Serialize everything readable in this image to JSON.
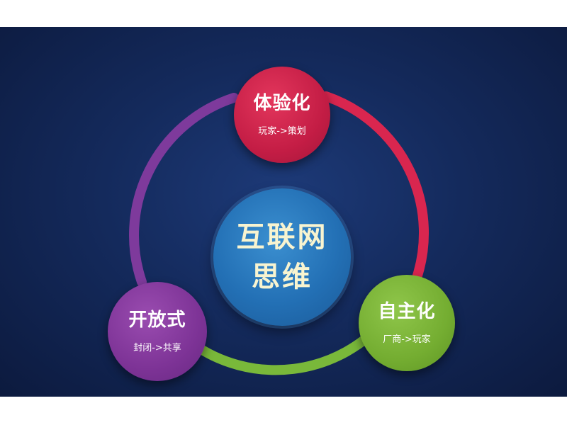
{
  "colors": {
    "background": "#142a5c",
    "ring_top_right": "#d9264f",
    "ring_left": "#7e3a9c",
    "ring_bottom": "#79b83a",
    "node_top": "#c41d45",
    "node_left": "#7d3396",
    "node_right": "#74ad31",
    "node_center": "#2370b5",
    "center_text": "#f8f4d0"
  },
  "center": {
    "line1": "互联网",
    "line2": "思维"
  },
  "nodes": {
    "top": {
      "title": "体验化",
      "subtitle": "玩家->策划"
    },
    "left": {
      "title": "开放式",
      "subtitle": "封闭->共享"
    },
    "right": {
      "title": "自主化",
      "subtitle": "厂商->玩家"
    }
  }
}
